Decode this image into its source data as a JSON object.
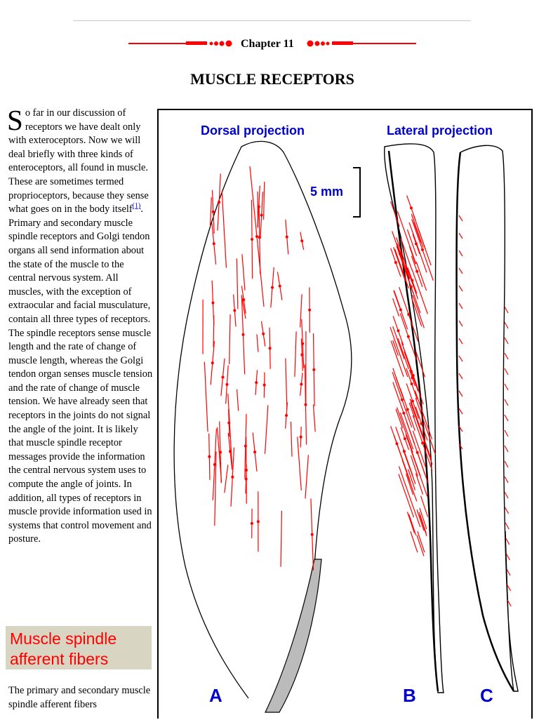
{
  "header": {
    "chapter_title": "Chapter 11",
    "page_title": "MUSCLE RECEPTORS",
    "accent_color": "#ff0000"
  },
  "article": {
    "dropcap": "S",
    "paragraph1_text": "o far in our discussion of receptors we have dealt only with exteroceptors. Now we will deal briefly with three kinds of enteroceptors, all found in muscle. These are sometimes termed proprioceptors, because they sense what goes on in the body itself",
    "footnote_label": "(1)",
    "paragraph1_rest": ". Primary and secondary muscle spindle receptors and Golgi tendon organs all send information about the state of the muscle to the central nervous system. All muscles, with the exception of extraocular and facial musculature, contain all three types of receptors. The spindle receptors sense muscle length and the rate of change of muscle length, whereas the Golgi tendon organ senses muscle tension and the rate of change of muscle tension. We have already seen that receptors in the joints do not signal the angle of the joint. It is likely that muscle spindle receptor messages provide the information the central nervous system uses to compute the angle of joints. In addition, all types of receptors in muscle provide information used in systems that control movement and posture.",
    "section_heading": "Muscle spindle afferent fibers",
    "paragraph2_text": "The primary and secondary muscle spindle afferent fibers"
  },
  "figure": {
    "dorsal_title": "Dorsal projection",
    "lateral_title": "Lateral projection",
    "scale_label": "5 mm",
    "panel_a": "A",
    "panel_b": "B",
    "panel_c": "C",
    "label_color": "#0000cc",
    "receptor_color": "#ff0000"
  }
}
